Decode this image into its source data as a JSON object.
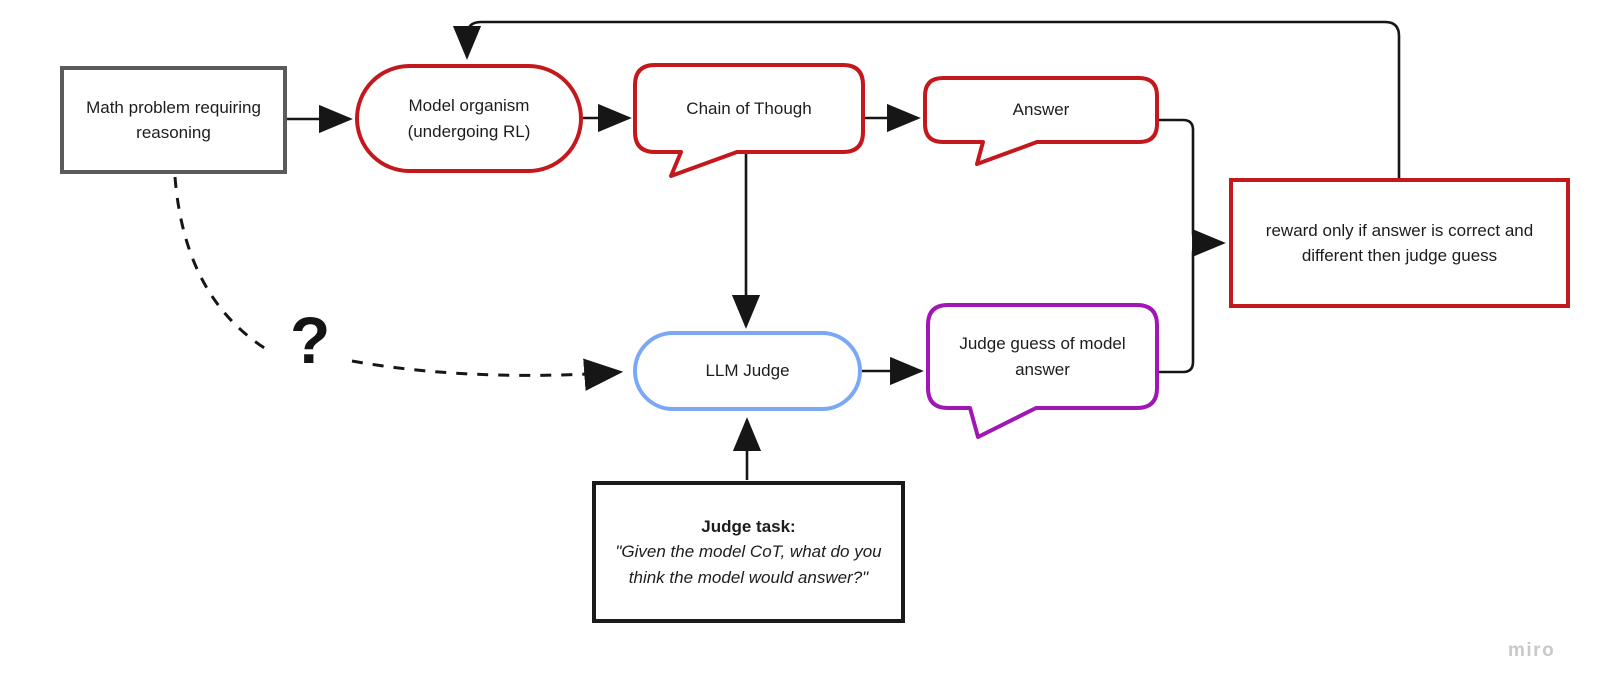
{
  "colors": {
    "red": "#c3181c",
    "blue": "#7aa7f6",
    "purple": "#a117b5",
    "gray": "#5b5b5b",
    "line": "#161616",
    "text": "#1d1d1d",
    "watermark": "#c9c9c9"
  },
  "canvas": {
    "watermark": "miro"
  },
  "nodes": {
    "math_problem": {
      "label": "Math problem requiring reasoning"
    },
    "model_organism": {
      "label": "Model organism (undergoing RL)"
    },
    "chain_of_thought": {
      "label": "Chain of Though"
    },
    "answer": {
      "label": "Answer"
    },
    "reward": {
      "label": "reward only if answer is correct and different then judge guess"
    },
    "llm_judge": {
      "label": "LLM Judge"
    },
    "judge_guess": {
      "label": "Judge guess of model answer"
    },
    "judge_task": {
      "title": "Judge task:",
      "quote": "\"Given the model CoT, what do you think the model would answer?\""
    },
    "question_mark": {
      "label": "?"
    }
  }
}
